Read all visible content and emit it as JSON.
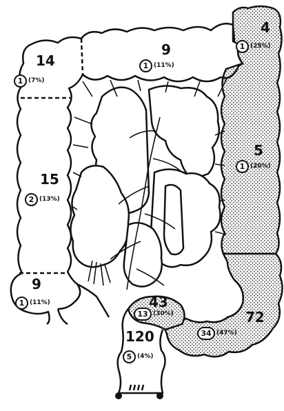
{
  "segments": {
    "hepatic_flexure": {
      "total": "14",
      "cases": "1",
      "pct": "(7%)"
    },
    "transverse": {
      "total": "9",
      "cases": "1",
      "pct": "(11%)"
    },
    "splenic_flexure": {
      "total": "4",
      "cases": "1",
      "pct": "(25%)"
    },
    "descending": {
      "total": "5",
      "cases": "1",
      "pct": "(20%)"
    },
    "ascending": {
      "total": "15",
      "cases": "2",
      "pct": "(13%)"
    },
    "cecum": {
      "total": "9",
      "cases": "1",
      "pct": "(11%)"
    },
    "sigmoid": {
      "total": "72",
      "cases": "34",
      "pct": "(47%)"
    },
    "rectosigmoid": {
      "total": "43",
      "cases": "13",
      "pct": "(30%)"
    },
    "rectum": {
      "total": "120",
      "cases": "5",
      "pct": "(4%)"
    }
  },
  "colors": {
    "ink": "#111111",
    "paper": "#ffffff",
    "stipple": "#9a9a9a"
  }
}
